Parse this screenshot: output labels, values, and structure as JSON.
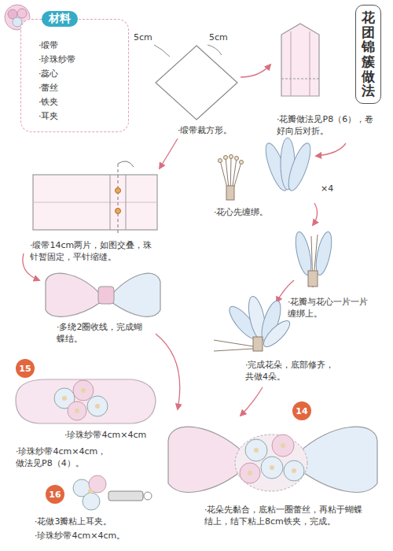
{
  "diagram": {
    "nodes": [
      {
        "text": [
          "材料",
          "·缎带",
          "·珍珠纱带",
          "·蕊心",
          "·蕾丝",
          "·铁夹",
          "·耳夹"
        ]
      },
      {
        "text": [
          "花团锦簇做法"
        ]
      },
      {
        "text": [
          "15"
        ]
      },
      {
        "text": [
          "14"
        ]
      },
      {
        "text": [
          "16"
        ]
      }
    ],
    "labels": [
      "5cm",
      "5cm",
      "·花瓣做法见P8（6），卷好向后对折。",
      "·缎带裁方形。",
      "·花心先缠绑。",
      "×4",
      "·缎带14cm两片，如图交叠，珠针暂固定，平针缩缝。",
      "·花瓣与花心一片一片缠绑上。",
      "·多绕2圈收线，完成蝴蝶结。",
      "·完成花朵，底部修齐，共做4朵。",
      "·珍珠纱带4cm×4cm",
      "·珍珠纱带4cm×4cm，做法见P8（4）。",
      "·花朵先黏合，底粘一圈蕾丝，再粘于蝴蝶结上，结下粘上8cm铁夹，完成。",
      "·花做3瓣粘上耳夹。",
      "·珍珠纱带4cm×4cm。"
    ]
  }
}
